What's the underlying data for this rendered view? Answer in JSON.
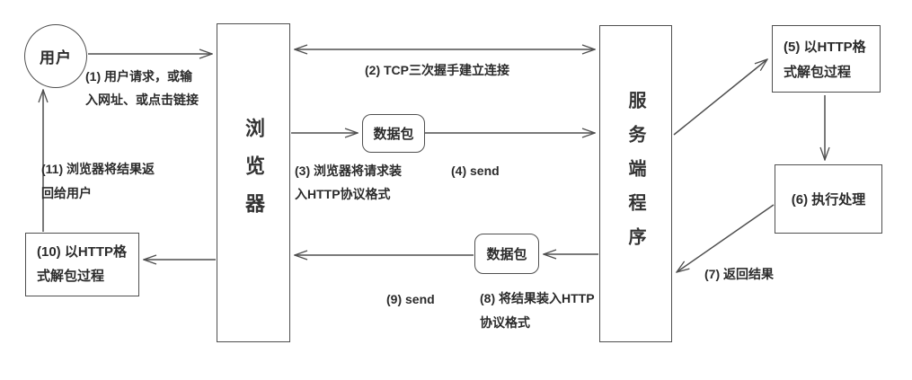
{
  "colors": {
    "background": "#ffffff",
    "line": "#4f4f4f",
    "text": "#2b2b2b"
  },
  "nodes": {
    "user": {
      "label": "用户"
    },
    "browser": {
      "label": "浏览器"
    },
    "server": {
      "label": "服务端程序"
    },
    "packet_request": {
      "label": "数据包"
    },
    "packet_response": {
      "label": "数据包"
    },
    "step5_box": {
      "line1": "(5) 以HTTP格",
      "line2": "式解包过程"
    },
    "step6_box": {
      "label": "(6) 执行处理"
    },
    "step10_box": {
      "line1": "(10) 以HTTP格",
      "line2": "式解包过程"
    }
  },
  "labels": {
    "step1": {
      "line1": "(1) 用户请求，或输",
      "line2": "入网址、或点击链接"
    },
    "step2": "(2) TCP三次握手建立连接",
    "step3": {
      "line1": "(3) 浏览器将请求装",
      "line2": "入HTTP协议格式"
    },
    "step4": "(4) send",
    "step7": "(7) 返回结果",
    "step8": {
      "line1": "(8) 将结果装入HTTP",
      "line2": "协议格式"
    },
    "step9": "(9) send",
    "step11": {
      "line1": "(11) 浏览器将结果返",
      "line2": "回给用户"
    }
  }
}
